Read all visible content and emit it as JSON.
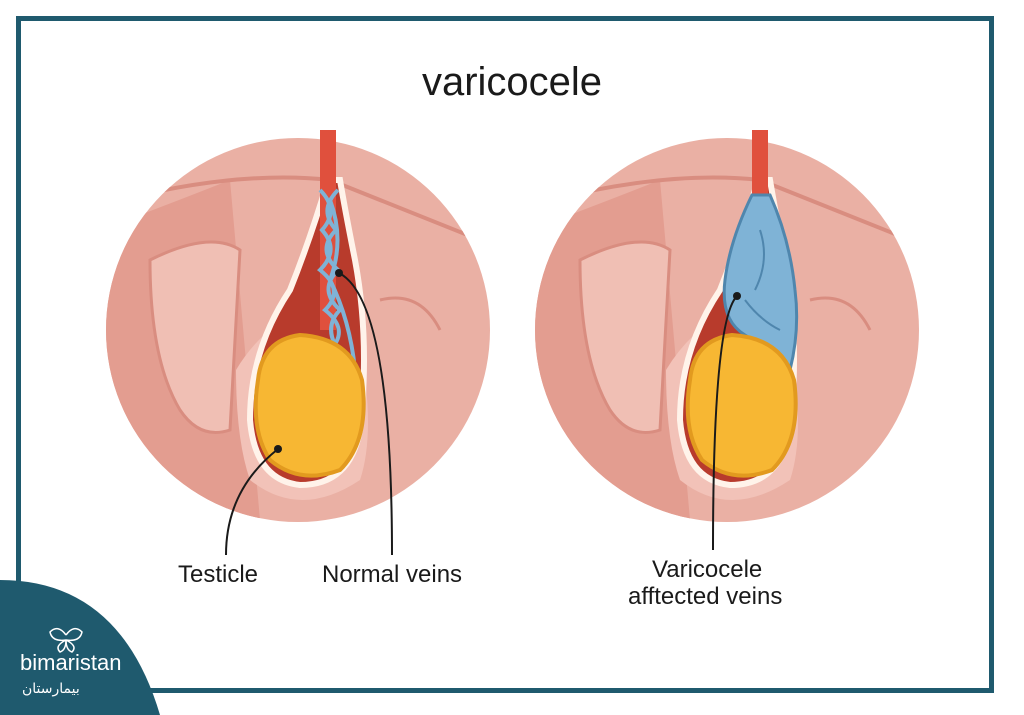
{
  "title": "varicocele",
  "labels": {
    "testicle": "Testicle",
    "normal_veins": "Normal veins",
    "varicocele_line1": "Varicocele",
    "varicocele_line2": "afftected veins"
  },
  "brand": {
    "name": "bimaristan",
    "arabic": "بيمارستان"
  },
  "colors": {
    "frame": "#1f5a6e",
    "skin": "#eab0a4",
    "skin_dark": "#d98d80",
    "artery": "#e0503d",
    "vein": "#7fb3d6",
    "testicle": "#f7b733"
  }
}
